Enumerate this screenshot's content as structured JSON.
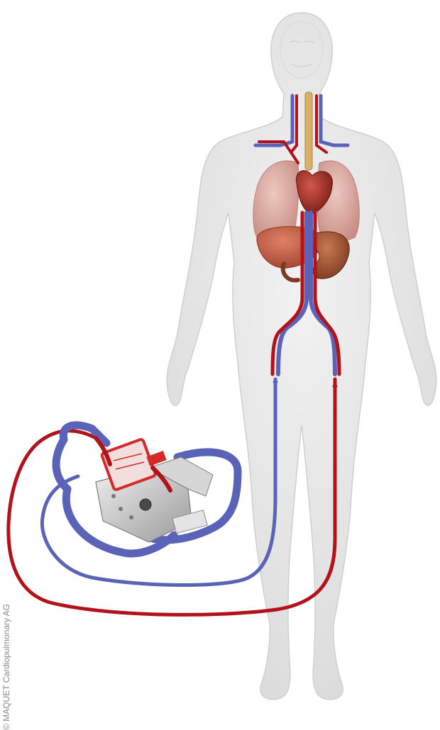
{
  "image": {
    "credit": "© MAQUET Cardiopulmonary AG"
  },
  "colors": {
    "arterial": "#b3121a",
    "venous": "#5a63b8",
    "venous_light": "#7a86d4",
    "body": "#e6e6e6",
    "body_edge": "#cfcfcf",
    "lung": "#d9a9a0",
    "heart": "#9a2a22",
    "stomach": "#b05a3a",
    "liver": "#c0503a",
    "trachea": "#d9b26a",
    "device_metal": "#c8c8c8",
    "oxygenator": "#d42a2a"
  },
  "icons": [
    "human-body-figure",
    "heart-icon",
    "lungs-icon",
    "liver-icon",
    "stomach-icon",
    "ecmo-pump-device",
    "oxygenator-icon"
  ]
}
